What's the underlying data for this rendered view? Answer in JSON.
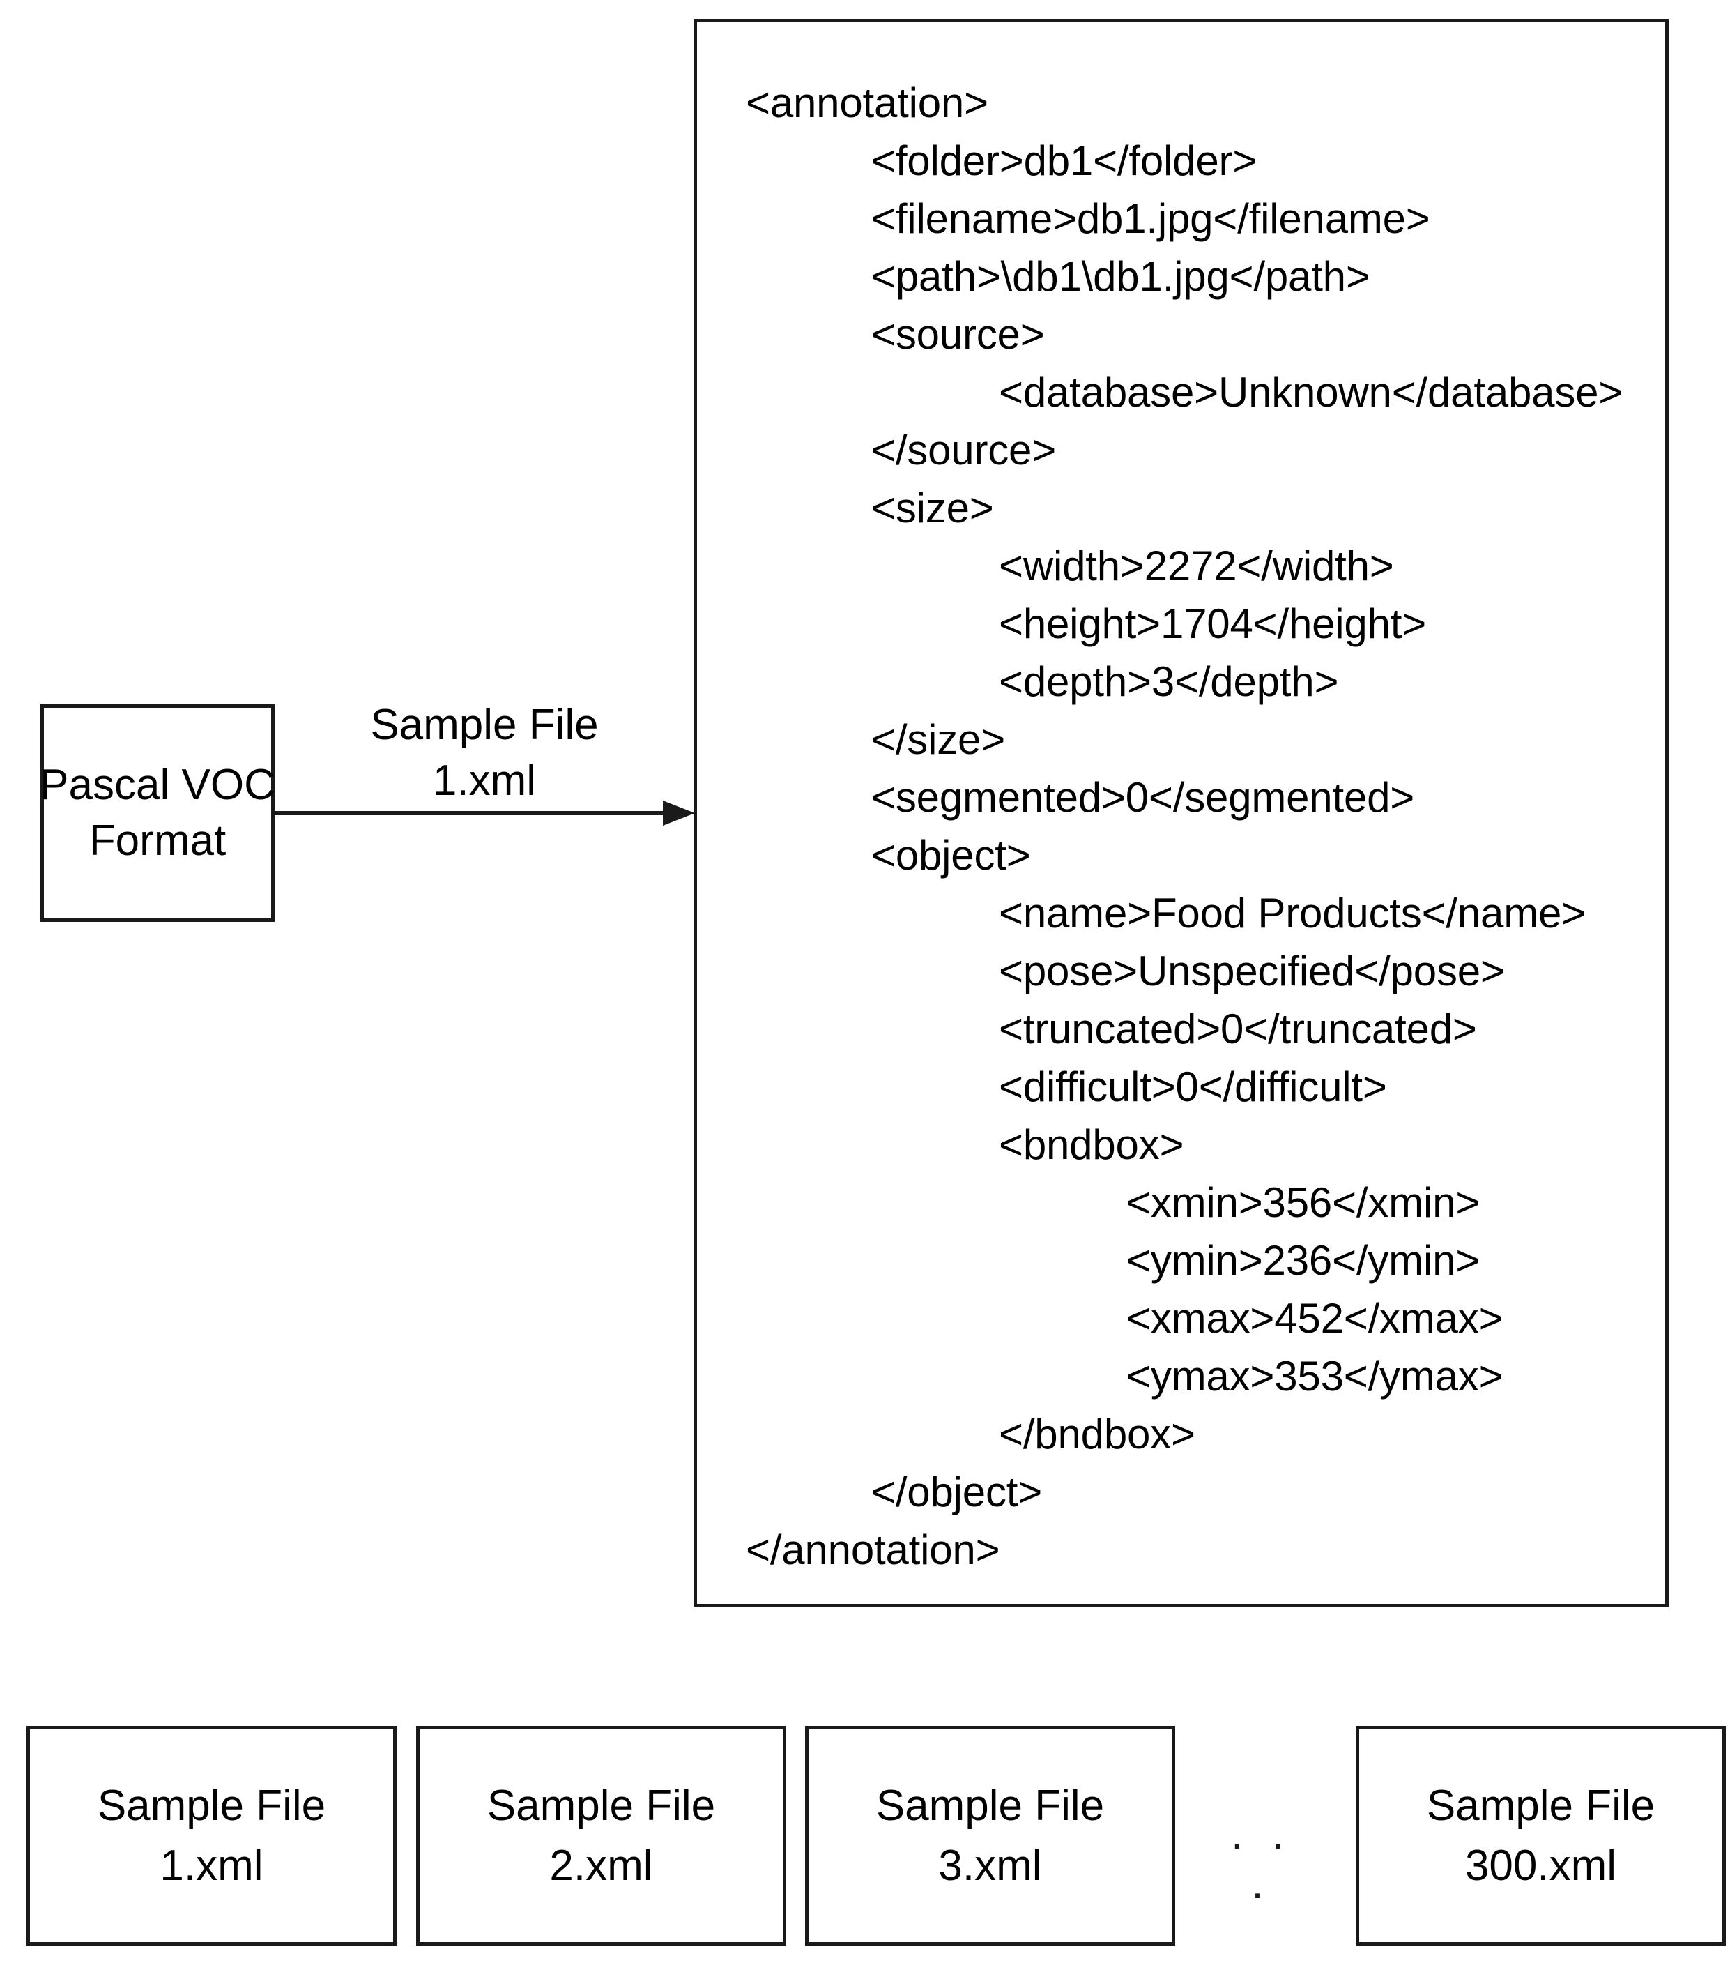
{
  "diagram": {
    "title": "Pascal VOC Format annotation sample file diagram",
    "stroke_color": "#1a1a1a",
    "background_color": "#ffffff"
  },
  "source_box": {
    "line1": "Pascal VOC",
    "line2": "Format"
  },
  "arrow": {
    "label_line1": "Sample File",
    "label_line2": "1.xml",
    "direction": "right"
  },
  "xml_panel": {
    "lines": [
      {
        "indent": 0,
        "text": "<annotation>"
      },
      {
        "indent": 1,
        "text": "<folder>db1</folder>"
      },
      {
        "indent": 1,
        "text": "<filename>db1.jpg</filename>"
      },
      {
        "indent": 1,
        "text": "<path>\\db1\\db1.jpg</path>"
      },
      {
        "indent": 1,
        "text": "<source>"
      },
      {
        "indent": 2,
        "text": "<database>Unknown</database>"
      },
      {
        "indent": 1,
        "text": "</source>"
      },
      {
        "indent": 1,
        "text": "<size>"
      },
      {
        "indent": 2,
        "text": "<width>2272</width>"
      },
      {
        "indent": 2,
        "text": "<height>1704</height>"
      },
      {
        "indent": 2,
        "text": "<depth>3</depth>"
      },
      {
        "indent": 1,
        "text": "</size>"
      },
      {
        "indent": 1,
        "text": "<segmented>0</segmented>"
      },
      {
        "indent": 1,
        "text": "<object>"
      },
      {
        "indent": 2,
        "text": "<name>Food Products</name>"
      },
      {
        "indent": 2,
        "text": "<pose>Unspecified</pose>"
      },
      {
        "indent": 2,
        "text": "<truncated>0</truncated>"
      },
      {
        "indent": 2,
        "text": "<difficult>0</difficult>"
      },
      {
        "indent": 2,
        "text": "<bndbox>"
      },
      {
        "indent": 3,
        "text": "<xmin>356</xmin>"
      },
      {
        "indent": 3,
        "text": "<ymin>236</ymin>"
      },
      {
        "indent": 3,
        "text": "<xmax>452</xmax>"
      },
      {
        "indent": 3,
        "text": "<ymax>353</ymax>"
      },
      {
        "indent": 2,
        "text": "</bndbox>"
      },
      {
        "indent": 1,
        "text": "</object>"
      },
      {
        "indent": 0,
        "text": "</annotation>"
      }
    ],
    "values": {
      "folder": "db1",
      "filename": "db1.jpg",
      "path": "\\db1\\db1.jpg",
      "database": "Unknown",
      "width": "2272",
      "height": "1704",
      "depth": "3",
      "segmented": "0",
      "name": "Food Products",
      "pose": "Unspecified",
      "truncated": "0",
      "difficult": "0",
      "xmin": "356",
      "ymin": "236",
      "xmax": "452",
      "ymax": "353"
    }
  },
  "file_boxes": [
    {
      "line1": "Sample File",
      "line2": "1.xml"
    },
    {
      "line1": "Sample File",
      "line2": "2.xml"
    },
    {
      "line1": "Sample File",
      "line2": "3.xml"
    },
    {
      "line1": "Sample File",
      "line2": "300.xml"
    }
  ],
  "ellipsis": {
    "text": ". . ."
  }
}
